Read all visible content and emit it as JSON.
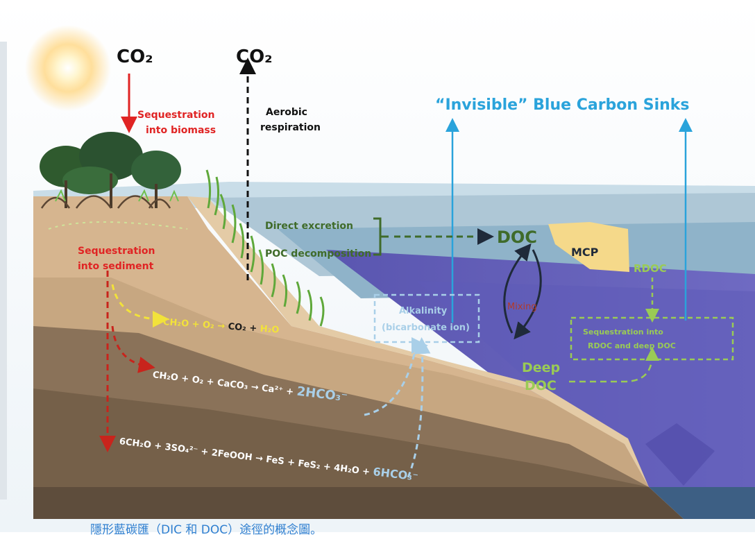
{
  "labels": {
    "co2_left": "CO₂",
    "co2_right": "CO₂",
    "seq_biomass_1": "Sequestration",
    "seq_biomass_2": "into biomass",
    "aerobic_1": "Aerobic",
    "aerobic_2": "respiration",
    "title": "“Invisible” Blue Carbon Sinks",
    "direct_excretion": "Direct excretion",
    "poc_decomposition": "POC decomposition",
    "doc": "DOC",
    "mcp": "MCP",
    "rdoc": "RDOC",
    "seq_sediment_1": "Sequestration",
    "seq_sediment_2": "into sediment",
    "alkalinity_1": "Alkalinity",
    "alkalinity_2": "(bicarbonate ion)",
    "mixing": "Mixing",
    "deep_doc_1": "Deep",
    "deep_doc_2": "DOC",
    "seq_rdoc_1": "Sequestration into",
    "seq_rdoc_2": "RDOC and deep DOC",
    "eq1_a": "CH₂O + O₂ → ",
    "eq1_b": "CO₂ + ",
    "eq1_c": "H₂O",
    "eq2_a": "CH₂O + O₂ + CaCO₃ → Ca²⁺ + ",
    "eq2_b": "2HCO₃⁻",
    "eq3_a": "6CH₂O + 3SO₄²⁻ + 2FeOOH → FeS + FeS₂ + 4H₂O + ",
    "eq3_b": "6HCO₃⁻",
    "caption": "隱形藍碳匯（DIC 和 DOC）途徑的概念圖。"
  },
  "colors": {
    "red": "#e02424",
    "blue": "#2aa3db",
    "green_label": "#5aa82d",
    "doc_green": "#3f6b2a",
    "yellow": "#f2e23a",
    "light_blue": "#a9cfe8",
    "mcp": "#f5d98a"
  }
}
